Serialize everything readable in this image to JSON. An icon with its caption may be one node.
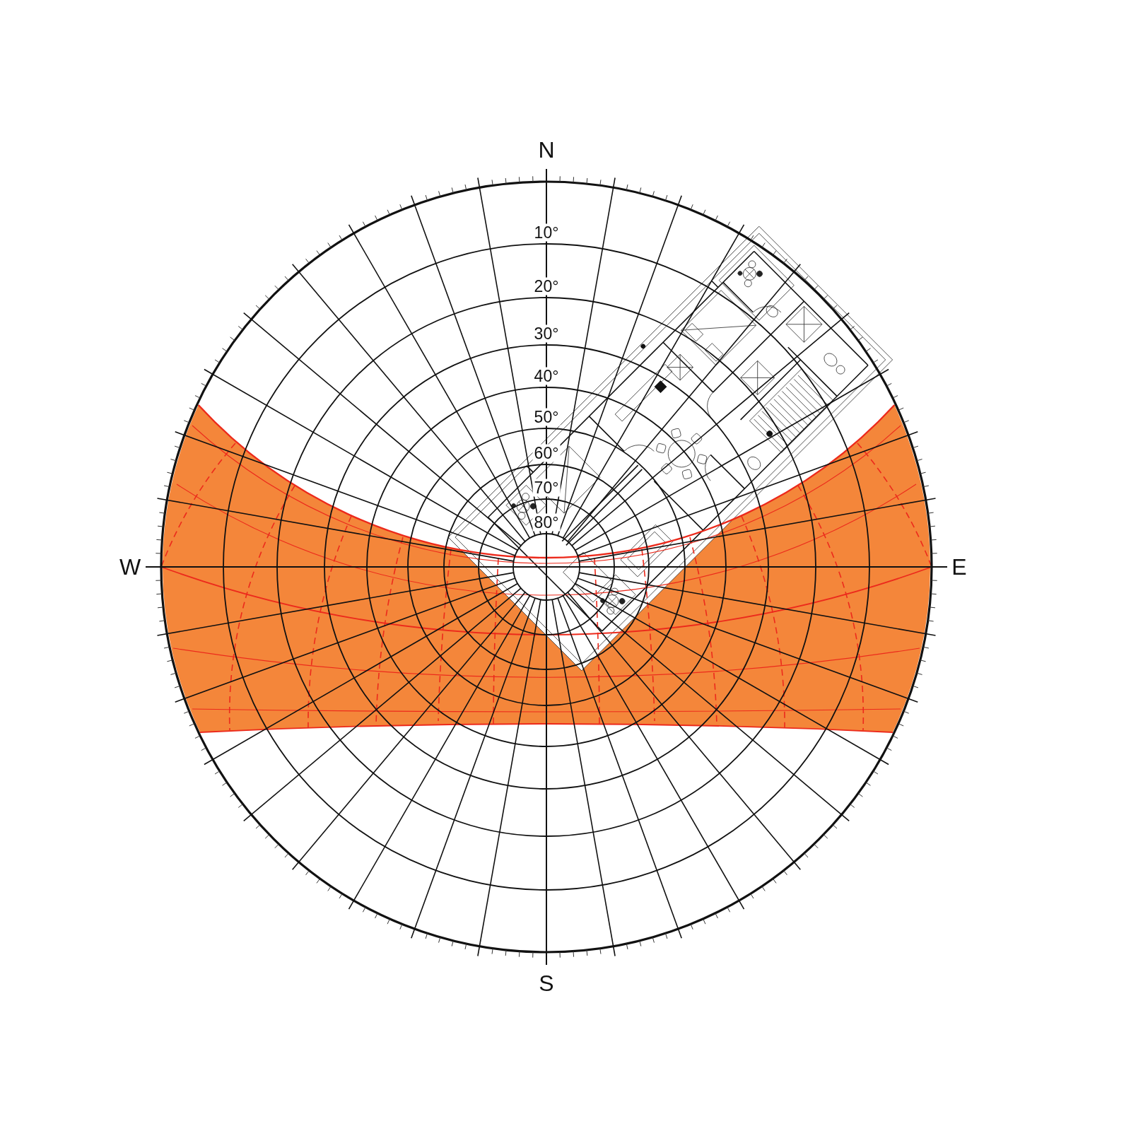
{
  "diagram": {
    "labels": [
      "N",
      "10°",
      "20°",
      "30°",
      "40°",
      "50°",
      "60°",
      "70°",
      "80°",
      "W",
      "E",
      "S"
    ]
  }
}
